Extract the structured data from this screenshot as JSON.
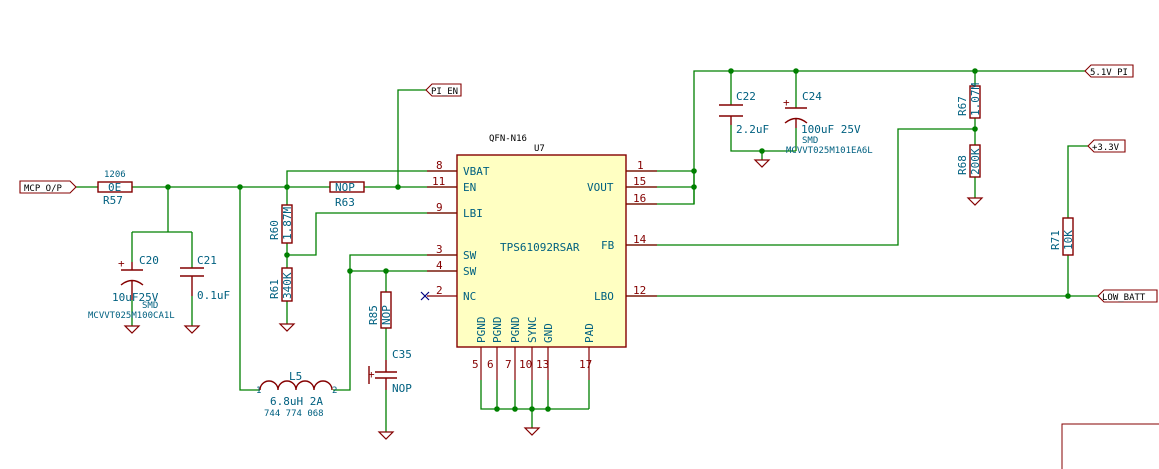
{
  "ic": {
    "footprint": "QFN-N16",
    "ref": "U7",
    "value": "TPS61092RSAR",
    "pins_left": [
      {
        "num": "8",
        "name": "VBAT"
      },
      {
        "num": "11",
        "name": "EN"
      },
      {
        "num": "9",
        "name": "LBI"
      },
      {
        "num": "3",
        "name": "SW"
      },
      {
        "num": "4",
        "name": "SW"
      },
      {
        "num": "2",
        "name": "NC"
      }
    ],
    "pins_right": [
      {
        "num": "1",
        "name": "VOUT"
      },
      {
        "num": "15",
        "name": ""
      },
      {
        "num": "16",
        "name": ""
      },
      {
        "num": "14",
        "name": "FB"
      },
      {
        "num": "12",
        "name": "LBO"
      }
    ],
    "pins_bottom": [
      {
        "num": "5",
        "name": "PGND"
      },
      {
        "num": "6",
        "name": "PGND"
      },
      {
        "num": "7",
        "name": "PGND"
      },
      {
        "num": "10",
        "name": "SYNC"
      },
      {
        "num": "13",
        "name": "GND"
      },
      {
        "num": "17",
        "name": "PAD"
      }
    ]
  },
  "labels": {
    "mcp": "MCP_O/P",
    "pi_en": "PI_EN",
    "v5": "5.1V_PI",
    "v33": "+3.3V",
    "low_batt": "LOW_BATT"
  },
  "components": {
    "r57": {
      "ref": "R57",
      "value": "0E",
      "size": "1206"
    },
    "r63": {
      "ref": "R63",
      "value": "NOP"
    },
    "r60": {
      "ref": "R60",
      "value": "1.87M"
    },
    "r61": {
      "ref": "R61",
      "value": "340K"
    },
    "r85": {
      "ref": "R85",
      "value": "NOP"
    },
    "r67": {
      "ref": "R67",
      "value": "1.07M"
    },
    "r68": {
      "ref": "R68",
      "value": "200K"
    },
    "r71": {
      "ref": "R71",
      "value": "10K"
    },
    "c20": {
      "ref": "C20",
      "value": "10uF25V",
      "note": "SMD",
      "part": "MCVVT025M100CA1L"
    },
    "c21": {
      "ref": "C21",
      "value": "0.1uF"
    },
    "c22": {
      "ref": "C22",
      "value": "2.2uF"
    },
    "c24": {
      "ref": "C24",
      "value": "100uF 25V",
      "note": "SMD",
      "part": "MCVVT025M101EA6L"
    },
    "c35": {
      "ref": "C35",
      "value": "NOP"
    },
    "l5": {
      "ref": "L5",
      "value": "6.8uH 2A",
      "part": "744 774 068",
      "pin1": "1",
      "pin2": "2"
    }
  },
  "colors": {
    "wire": "#008000",
    "body": "#840000",
    "fill": "#ffffc2",
    "text": "#006080"
  }
}
